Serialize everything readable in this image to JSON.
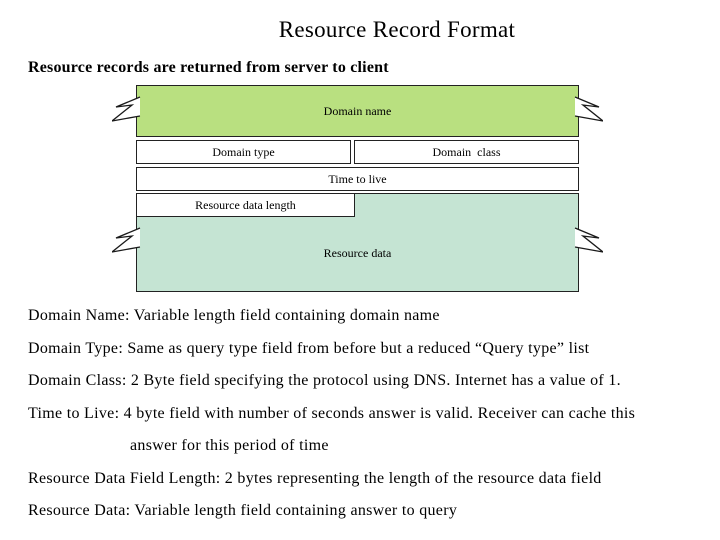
{
  "slide": {
    "title": "Resource Record Format",
    "subtitle": "Resource records are returned from server to client",
    "diagram": {
      "fields": {
        "domain_name": "Domain name",
        "domain_type": "Domain type",
        "domain_class": "Domain  class",
        "time_to_live": "Time to live",
        "resource_data_length": "Resource data length",
        "resource_data": "Resource data"
      },
      "colors": {
        "domain_name_fill": "#b9e080",
        "resource_data_fill": "#c5e4d3",
        "border": "#222222"
      }
    },
    "notes": [
      "Domain Name: Variable length field containing domain name",
      "Domain Type: Same as query type field from before but a reduced “Query type” list",
      "Domain Class: 2 Byte field specifying the protocol using DNS. Internet has a value of 1.",
      "Time to Live: 4 byte field with number of seconds answer is valid. Receiver can cache this",
      "answer for this period of time",
      "Resource Data Field Length: 2 bytes representing the length of the resource data field",
      "Resource Data: Variable length field containing answer to query"
    ]
  }
}
